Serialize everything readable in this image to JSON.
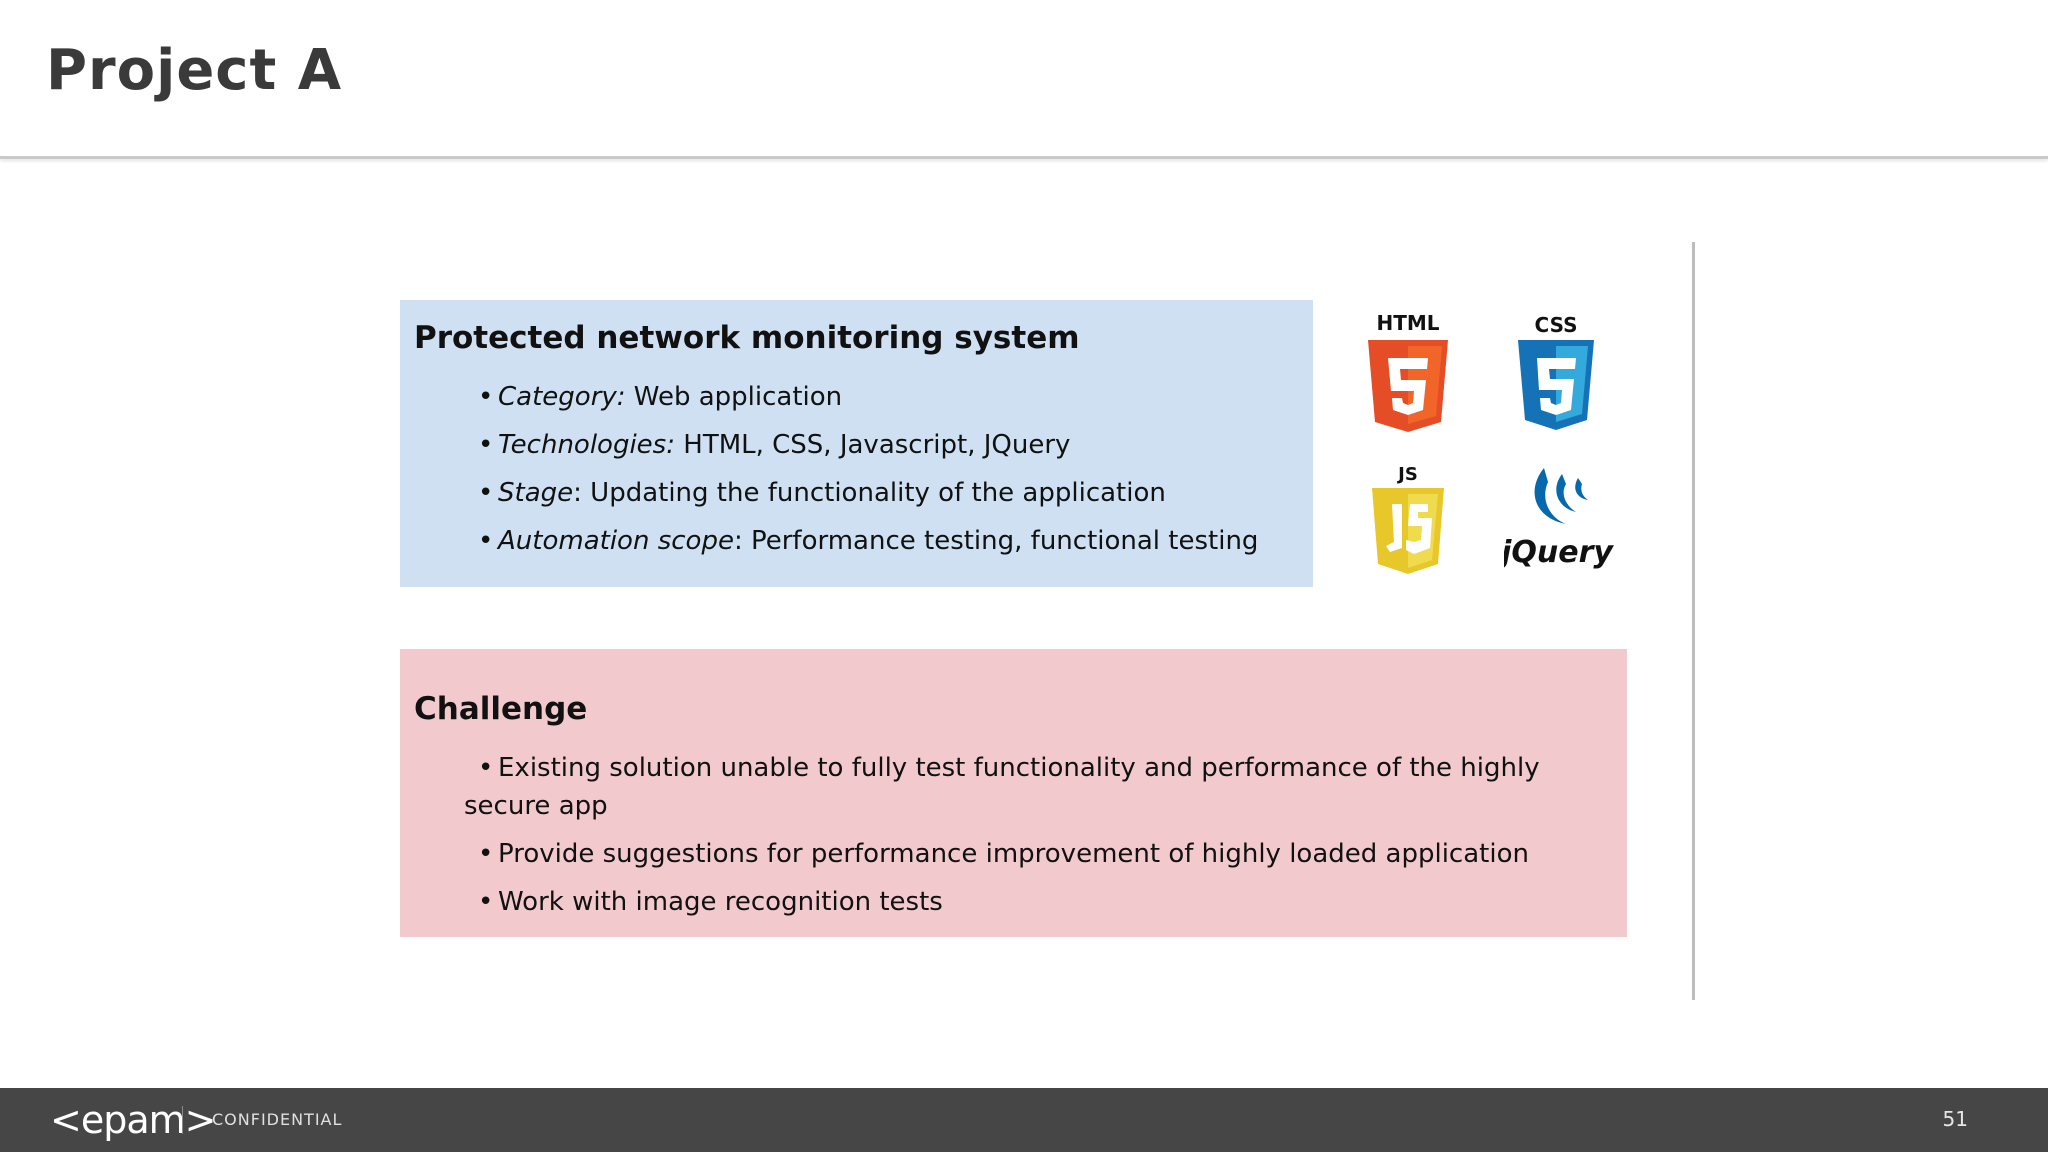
{
  "slide": {
    "title": "Project A",
    "page_number": "51"
  },
  "project": {
    "heading": "Protected network monitoring system",
    "items": [
      {
        "label": "Category:",
        "value": " Web application"
      },
      {
        "label": "Technologies:",
        "value": " HTML, CSS, Javascript, JQuery"
      },
      {
        "label": "Stage",
        "value": ": Updating the functionality of the application"
      },
      {
        "label": "Automation scope",
        "value": ": Performance testing, functional testing"
      }
    ]
  },
  "logos": {
    "html": "HTML",
    "css": "CSS",
    "js": "JS",
    "jquery": "jQuery"
  },
  "challenge": {
    "heading": "Challenge",
    "items": [
      "Existing solution unable to fully test functionality and performance of the highly  secure app",
      "Provide suggestions for performance improvement of highly loaded application",
      "Work with image recognition tests"
    ]
  },
  "footer": {
    "brand": "<epam>",
    "confidential": "CONFIDENTIAL"
  },
  "colors": {
    "project_panel": "#cfe0f3",
    "challenge_panel": "#f2cace",
    "footer": "#464646",
    "html_orange": "#e44d26",
    "css_blue": "#1572b6",
    "js_yellow": "#f0db4f",
    "jquery_blue": "#0769ad"
  }
}
